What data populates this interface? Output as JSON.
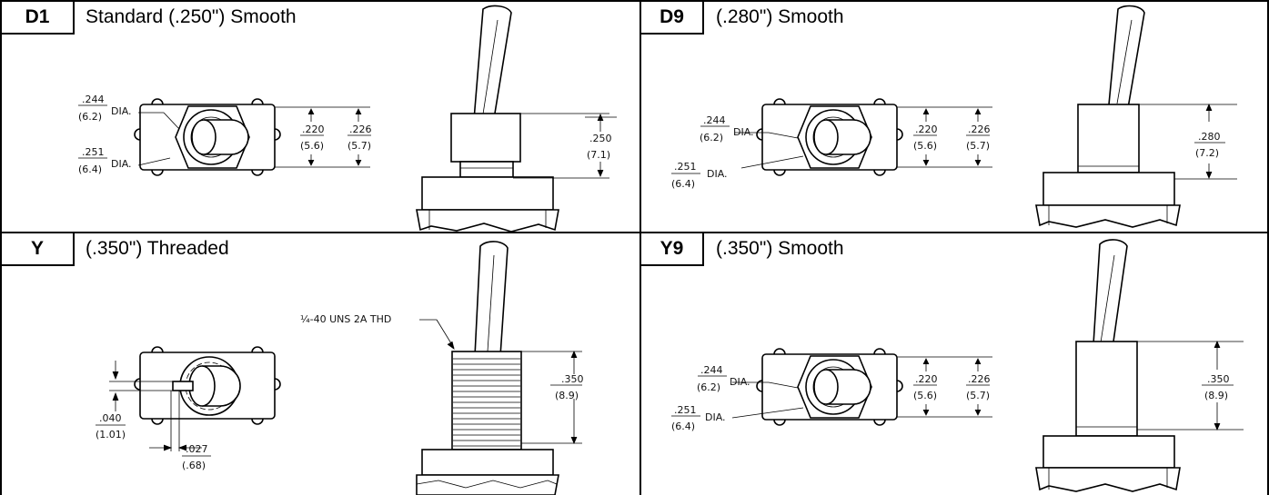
{
  "panels": [
    {
      "tag": "D1",
      "title": "Standard (.250\") Smooth",
      "labels": {
        "dia_a_in": ".244",
        "dia_a_mm": "(6.2)",
        "dia_a_suffix": "DIA.",
        "dia_b_in": ".251",
        "dia_b_mm": "(6.4)",
        "dia_b_suffix": "DIA.",
        "w1_in": ".220",
        "w1_mm": "(5.6)",
        "w2_in": ".226",
        "w2_mm": "(5.7)",
        "h_in": ".250",
        "h_mm": "(7.1)"
      }
    },
    {
      "tag": "D9",
      "title": "(.280\") Smooth",
      "labels": {
        "dia_a_in": ".244",
        "dia_a_mm": "(6.2)",
        "dia_a_suffix": "DIA.",
        "dia_b_in": ".251",
        "dia_b_mm": "(6.4)",
        "dia_b_suffix": "DIA.",
        "w1_in": ".220",
        "w1_mm": "(5.6)",
        "w2_in": ".226",
        "w2_mm": "(5.7)",
        "h_in": ".280",
        "h_mm": "(7.2)"
      }
    },
    {
      "tag": "Y",
      "title": "(.350\") Threaded",
      "labels": {
        "thread": "¼-40 UNS 2A THD",
        "slot_h_in": ".040",
        "slot_h_mm": "(1.01)",
        "slot_w_in": ".027",
        "slot_w_mm": "(.68)",
        "h_in": ".350",
        "h_mm": "(8.9)"
      }
    },
    {
      "tag": "Y9",
      "title": "(.350\") Smooth",
      "labels": {
        "dia_a_in": ".244",
        "dia_a_mm": "(6.2)",
        "dia_a_suffix": "DIA.",
        "dia_b_in": ".251",
        "dia_b_mm": "(6.4)",
        "dia_b_suffix": "DIA.",
        "w1_in": ".220",
        "w1_mm": "(5.6)",
        "w2_in": ".226",
        "w2_mm": "(5.7)",
        "h_in": ".350",
        "h_mm": "(8.9)"
      }
    }
  ]
}
